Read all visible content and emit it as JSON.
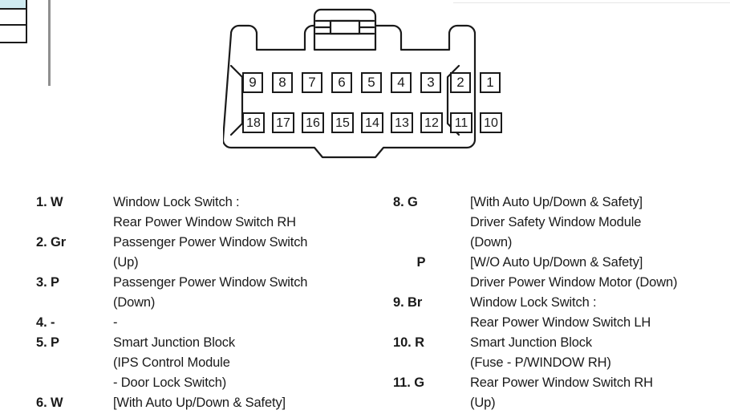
{
  "figure": {
    "name": "18-pin connector pinout",
    "rows": [
      {
        "pins": [
          "9",
          "8",
          "7",
          "6",
          "5",
          "4",
          "3",
          "2",
          "1"
        ]
      },
      {
        "pins": [
          "18",
          "17",
          "16",
          "15",
          "14",
          "13",
          "12",
          "11",
          "10"
        ]
      }
    ],
    "outline_color": "#1a1a1a",
    "fill_color": "#ffffff"
  },
  "edge_fragment": {
    "highlight_color": "#cfeaf0",
    "border_color": "#1a1a1a",
    "divider_color": "#8f8f8f"
  },
  "legend": {
    "left_column": [
      {
        "label": "1. W",
        "lines": [
          "Window Lock Switch :",
          "Rear Power Window Switch RH"
        ]
      },
      {
        "label": "2. Gr",
        "lines": [
          "Passenger Power Window Switch",
          "(Up)"
        ]
      },
      {
        "label": "3. P",
        "lines": [
          "Passenger Power Window Switch",
          "(Down)"
        ]
      },
      {
        "label": "4. -",
        "lines": [
          "-"
        ]
      },
      {
        "label": "5. P",
        "lines": [
          "Smart Junction Block",
          "(IPS Control Module",
          "- Door Lock Switch)"
        ]
      },
      {
        "label": "6. W",
        "lines": [
          "[With Auto Up/Down & Safety]"
        ]
      }
    ],
    "right_column": [
      {
        "label": "8. G",
        "lines": [
          "[With Auto Up/Down & Safety]",
          "Driver Safety Window Module",
          "(Down)"
        ]
      },
      {
        "label": "P",
        "continuation": true,
        "lines": [
          "[W/O Auto Up/Down & Safety]",
          "Driver Power Window Motor (Down)"
        ]
      },
      {
        "label": "9. Br",
        "lines": [
          "Window Lock Switch :",
          "Rear Power Window Switch LH"
        ]
      },
      {
        "label": "10. R",
        "lines": [
          "Smart Junction Block",
          "(Fuse - P/WINDOW RH)"
        ]
      },
      {
        "label": "11. G",
        "lines": [
          "Rear Power Window Switch RH",
          "(Up)"
        ]
      }
    ]
  }
}
